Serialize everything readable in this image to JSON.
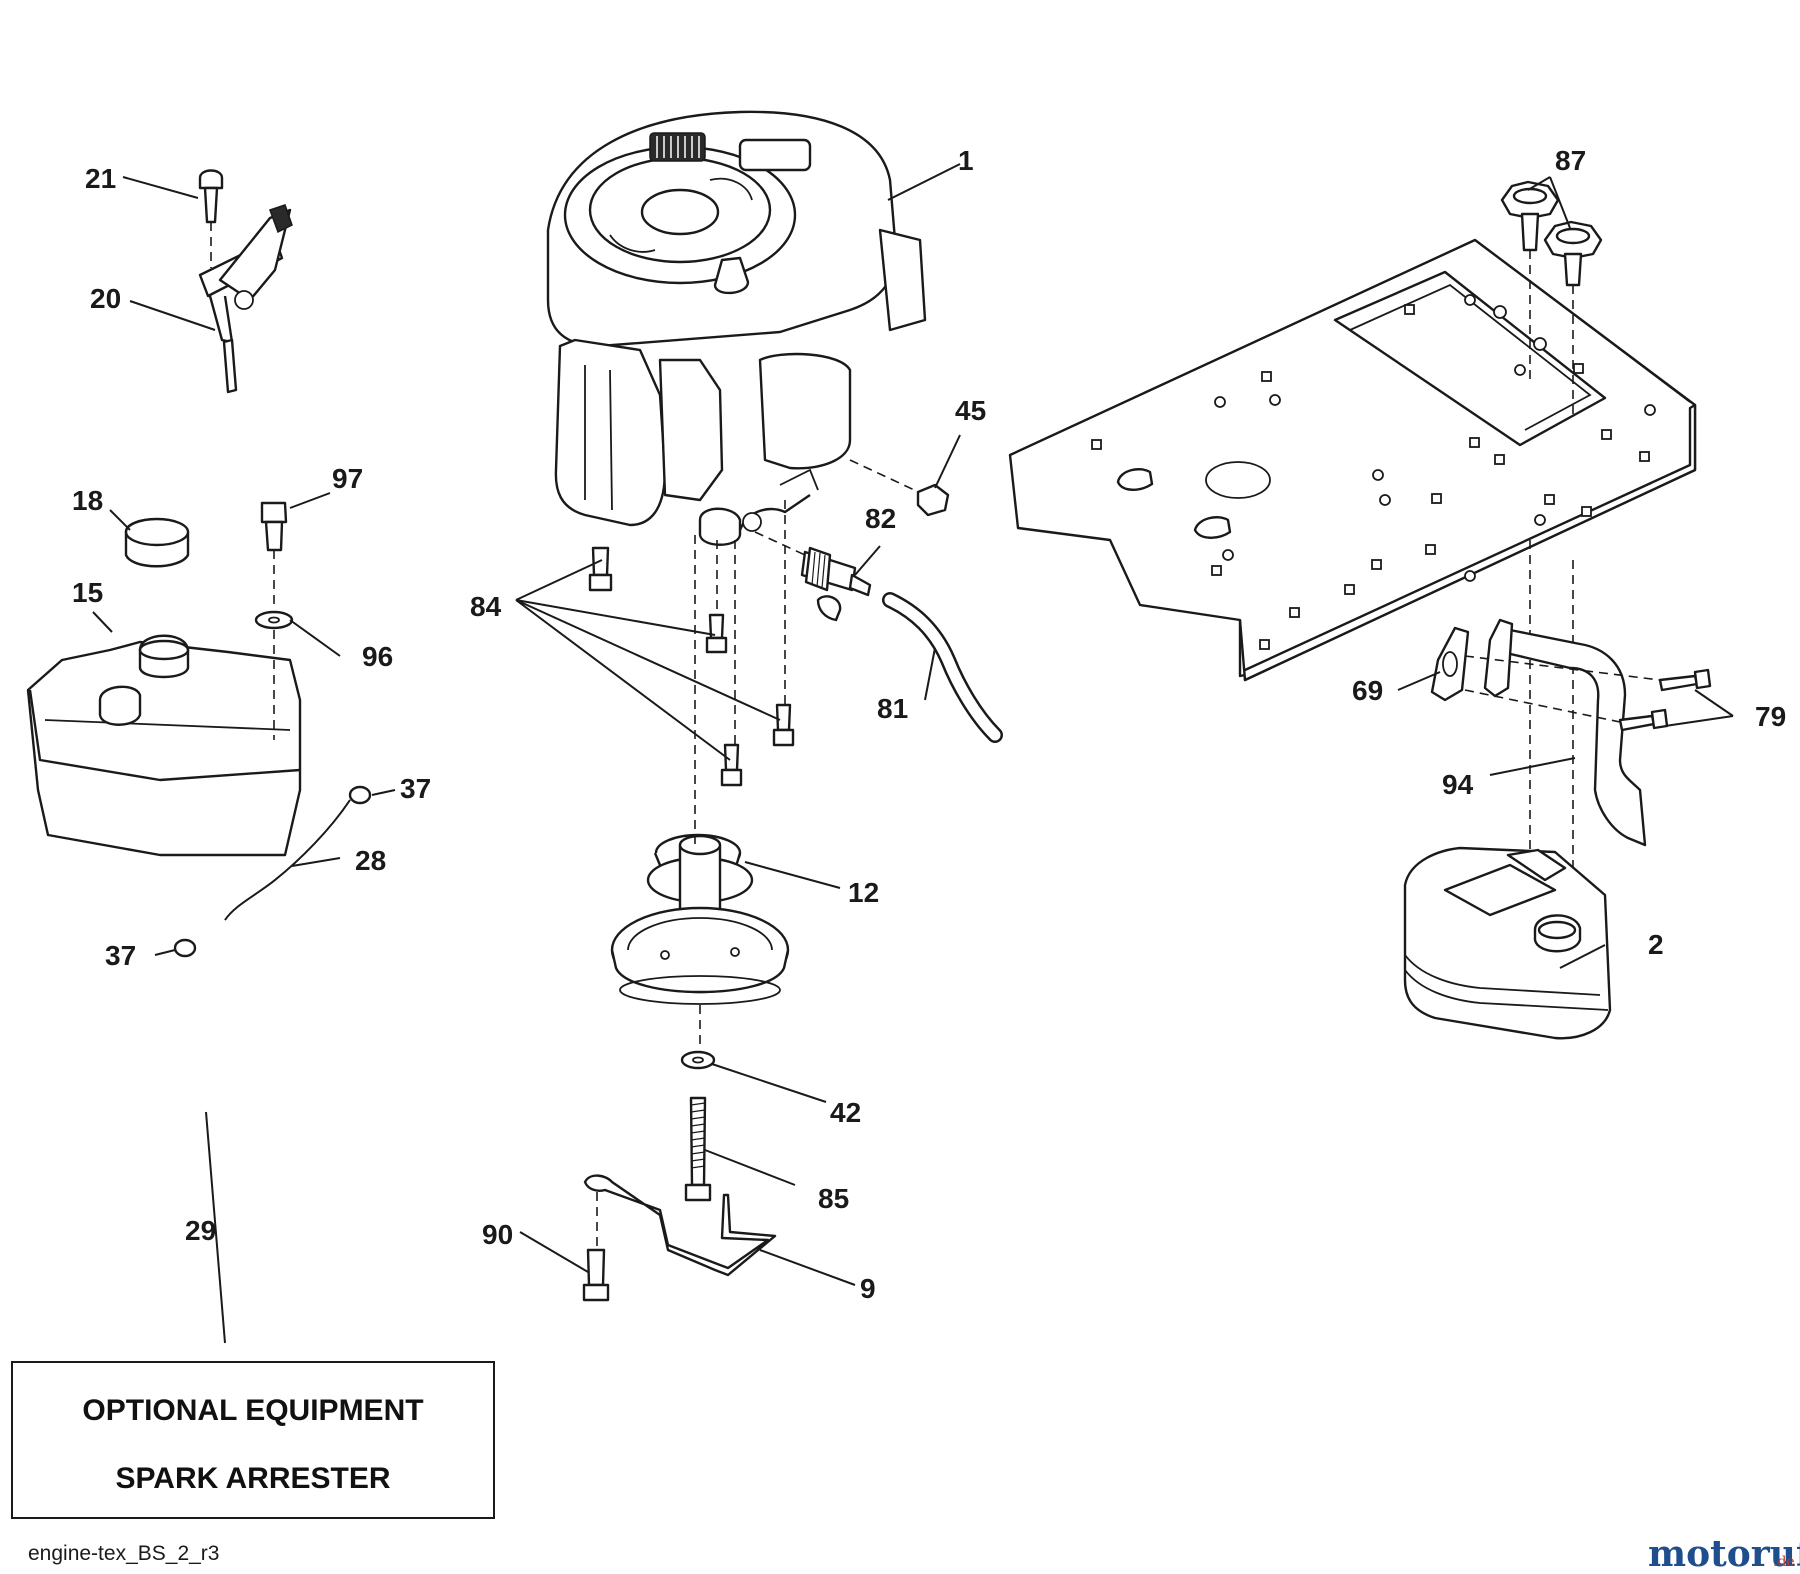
{
  "diagram": {
    "callouts": {
      "n1": "1",
      "n2": "2",
      "n9": "9",
      "n12": "12",
      "n15": "15",
      "n18": "18",
      "n20": "20",
      "n21": "21",
      "n28": "28",
      "n29": "29",
      "n37a": "37",
      "n37b": "37",
      "n42": "42",
      "n45": "45",
      "n69": "69",
      "n79": "79",
      "n81": "81",
      "n82": "82",
      "n84": "84",
      "n85": "85",
      "n87": "87",
      "n90": "90",
      "n94": "94",
      "n96": "96",
      "n97": "97"
    },
    "optional_box": {
      "line1": "OPTIONAL EQUIPMENT",
      "line2": "SPARK ARRESTER"
    },
    "footer_code": "engine-tex_BS_2_r3",
    "watermark": {
      "main": "motoruf",
      "suffix": ".de",
      "color_left": "#1f4e8c",
      "color_right": "#c0392b"
    }
  }
}
